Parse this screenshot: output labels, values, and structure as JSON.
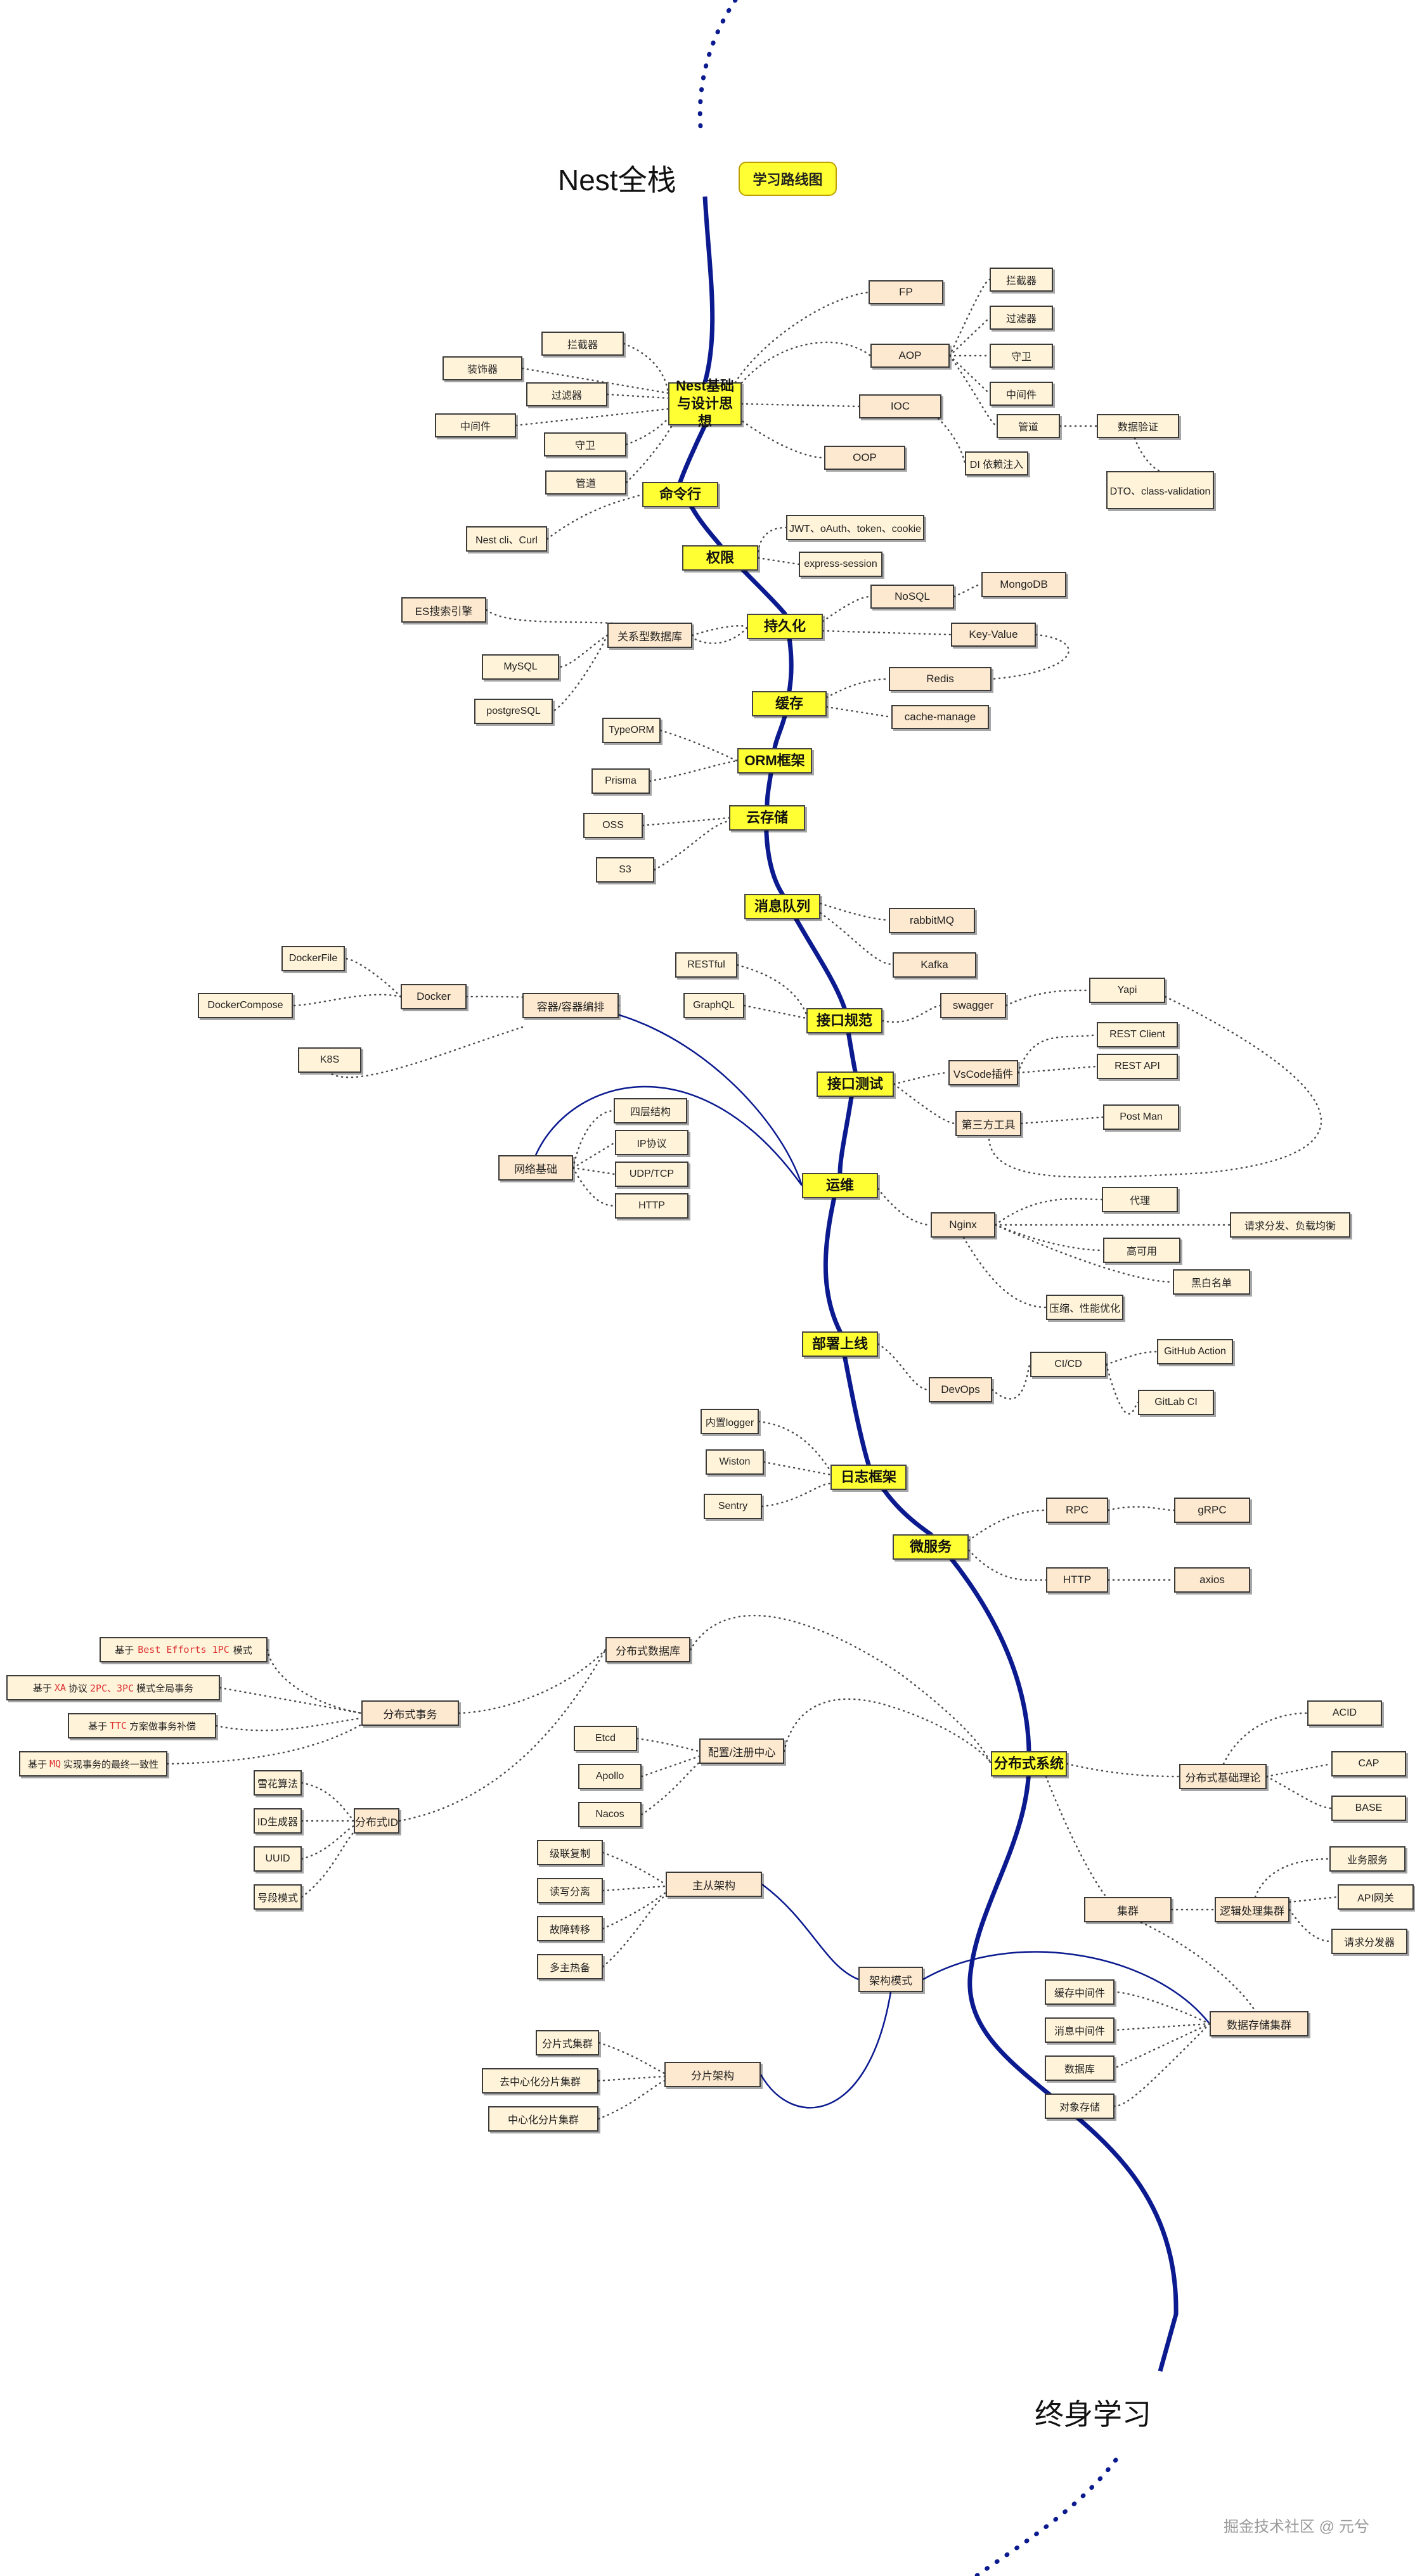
{
  "title": "Nest全栈",
  "roadmap_label": "学习路线图",
  "ending": "终身学习",
  "watermark": "掘金技术社区 @ 元兮",
  "colors": {
    "spine": "#0b1a8f",
    "main_fill": "#ffff33",
    "sub_fill": "#fde9cf",
    "leaf_fill": "#fff3d9",
    "dots": "#4a4a4a"
  },
  "main": {
    "basics": "Nest基础与设计思想",
    "cli": "命令行",
    "auth": "权限",
    "persist": "持久化",
    "cache": "缓存",
    "orm": "ORM框架",
    "cloud": "云存储",
    "mq": "消息队列",
    "api_spec": "接口规范",
    "api_test": "接口测试",
    "ops": "运维",
    "deploy": "部署上线",
    "log": "日志框架",
    "micro": "微服务",
    "dist": "分布式系统"
  },
  "basics": {
    "fp": "FP",
    "aop": "AOP",
    "ioc": "IOC",
    "oop": "OOP",
    "di": "DI 依赖注入",
    "aop_interceptor": "拦截器",
    "aop_filter": "过滤器",
    "aop_guard": "守卫",
    "aop_middleware": "中间件",
    "aop_pipe": "管道",
    "validation": "数据验证",
    "dto": "DTO、class-validation",
    "l_interceptor": "拦截器",
    "l_decorator": "装饰器",
    "l_filter": "过滤器",
    "l_middleware": "中间件",
    "l_guard": "守卫",
    "l_pipe": "管道"
  },
  "cli": {
    "tools": "Nest cli、Curl"
  },
  "auth": {
    "jwt": "JWT、oAuth、token、cookie",
    "session": "express-session"
  },
  "persist": {
    "nosql": "NoSQL",
    "mongo": "MongoDB",
    "kv": "Key-Value",
    "es": "ES搜索引擎",
    "rdb": "关系型数据库",
    "mysql": "MySQL",
    "pg": "postgreSQL"
  },
  "cache": {
    "redis": "Redis",
    "cm": "cache-manage"
  },
  "orm": {
    "typeorm": "TypeORM",
    "prisma": "Prisma"
  },
  "cloud": {
    "oss": "OSS",
    "s3": "S3"
  },
  "mq": {
    "rabbit": "rabbitMQ",
    "kafka": "Kafka"
  },
  "api_spec": {
    "restful": "RESTful",
    "graphql": "GraphQL",
    "swagger": "swagger",
    "yapi": "Yapi"
  },
  "api_test": {
    "vscode": "VsCode插件",
    "rest_client": "REST Client",
    "rest_api": "REST API",
    "third": "第三方工具",
    "postman": "Post Man"
  },
  "container": {
    "orchestration": "容器/容器编排",
    "docker": "Docker",
    "dockerfile": "DockerFile",
    "compose": "DockerCompose",
    "k8s": "K8S"
  },
  "network": {
    "base": "网络基础",
    "layer4": "四层结构",
    "ip": "IP协议",
    "udp": "UDP/TCP",
    "http": "HTTP"
  },
  "nginx": {
    "name": "Nginx",
    "proxy": "代理",
    "lb": "请求分发、负载均衡",
    "ha": "高可用",
    "blacklist": "黑白名单",
    "gzip": "压缩、性能优化"
  },
  "deploy": {
    "devops": "DevOps",
    "cicd": "CI/CD",
    "gha": "GitHub Action",
    "glci": "GitLab CI"
  },
  "log": {
    "builtin": "内置logger",
    "winston": "Wiston",
    "sentry": "Sentry"
  },
  "micro": {
    "rpc": "RPC",
    "grpc": "gRPC",
    "http": "HTTP",
    "axios": "axios"
  },
  "dist": {
    "theory": "分布式基础理论",
    "acid": "ACID",
    "cap": "CAP",
    "base": "BASE",
    "cluster": "集群",
    "logic_cluster": "逻辑处理集群",
    "biz": "业务服务",
    "gateway": "API网关",
    "dispatcher": "请求分发器",
    "storage_cluster": "数据存储集群",
    "cache_mw": "缓存中间件",
    "mq_mw": "消息中间件",
    "db": "数据库",
    "object": "对象存储",
    "arch": "架构模式",
    "master_slave": "主从架构",
    "cascade": "级联复制",
    "rw_split": "读写分离",
    "failover": "故障转移",
    "multi_master": "多主热备",
    "shard": "分片架构",
    "shard_cluster": "分片式集群",
    "decentral": "去中心化分片集群",
    "central": "中心化分片集群",
    "registry": "配置/注册中心",
    "etcd": "Etcd",
    "apollo": "Apollo",
    "nacos": "Nacos",
    "dist_db": "分布式数据库",
    "dist_tx": "分布式事务",
    "dist_id": "分布式ID",
    "snowflake": "雪花算法",
    "id_gen": "ID生成器",
    "uuid": "UUID",
    "segment": "号段模式",
    "tx1_pre": "基于",
    "tx1_hl": "Best Efforts 1PC",
    "tx1_post": "模式",
    "tx2_pre": "基于",
    "tx2_hl1": "XA",
    "tx2_mid": "协议",
    "tx2_hl2": "2PC、3PC",
    "tx2_post": "模式全局事务",
    "tx3_pre": "基于",
    "tx3_hl": "TTC",
    "tx3_post": "方案做事务补偿",
    "tx4_pre": "基于",
    "tx4_hl": "MQ",
    "tx4_post": "实现事务的最终一致性"
  }
}
